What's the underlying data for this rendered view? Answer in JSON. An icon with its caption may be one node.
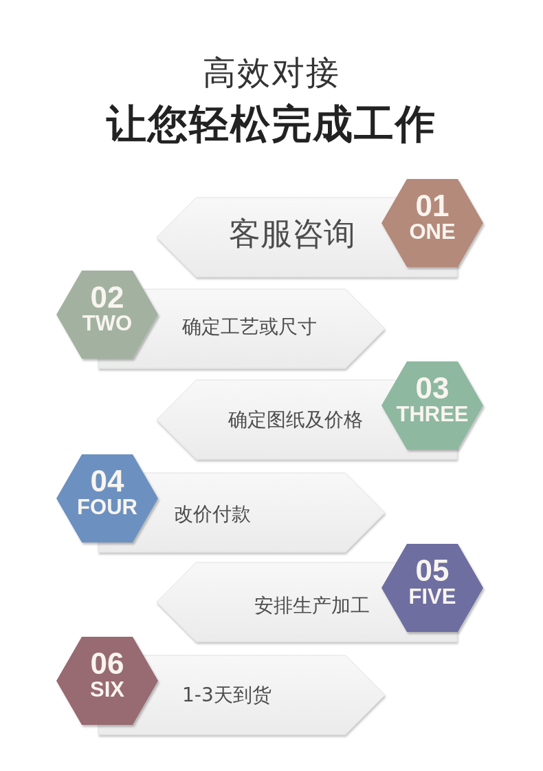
{
  "diagram": {
    "title": "高效对接",
    "nodes": [
      {
        "text": [
          "客服咨询"
        ]
      },
      {
        "text": [
          "01",
          "ONE"
        ]
      },
      {
        "text": [
          "02",
          "TWO"
        ]
      },
      {
        "text": [
          "确定工艺或尺寸"
        ]
      },
      {
        "text": [
          "确定图纸及价格"
        ]
      },
      {
        "text": [
          "03",
          "THREE"
        ]
      },
      {
        "text": [
          "04",
          "FOUR"
        ]
      },
      {
        "text": [
          "改价付款"
        ]
      },
      {
        "text": [
          "安排生产加工"
        ]
      },
      {
        "text": [
          "05",
          "FIVE"
        ]
      },
      {
        "text": [
          "06",
          "SIX"
        ]
      },
      {
        "text": [
          "1-3天到货"
        ]
      }
    ],
    "labels": [
      "让您轻松完成工作"
    ]
  }
}
